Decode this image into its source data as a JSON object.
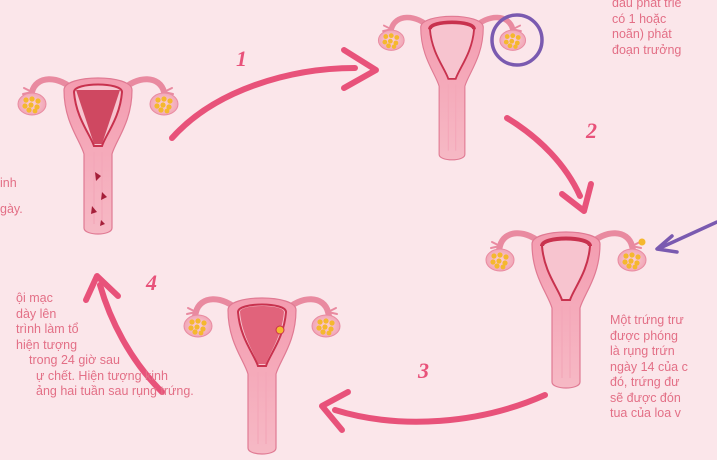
{
  "colors": {
    "background": "#fbe6ea",
    "text": "#e36f86",
    "arrow": "#e8527a",
    "highlight_circle": "#7a5ab0",
    "uterus": "#e8849a",
    "uterus_inner": "#c8324e",
    "ovary": "#f6b8c4",
    "egg": "#f5b82e"
  },
  "step_numbers": [
    "1",
    "2",
    "3",
    "4"
  ],
  "text_blocks": {
    "top_right": [
      "đầu phát triể",
      "có 1 hoặc",
      "noãn) phát",
      "đoạn trưởng"
    ],
    "left_top": [
      "inh",
      "",
      "gày."
    ],
    "left_bottom": [
      "ội mạc",
      " dày lên",
      "trình làm tổ",
      " hiện tượng",
      "trong 24 giờ sau",
      "ự chết. Hiện tượng kinh",
      "ảng hai tuần sau rụng trứng."
    ],
    "right_bottom": [
      "Một trứng trư",
      "được phóng",
      "là rụng trứn",
      "ngày 14 của c",
      "đó, trứng đư",
      "sẽ được đón",
      "tua của loa v"
    ]
  },
  "icons": [
    "uterus-menstruation-icon",
    "uterus-follicle-icon",
    "uterus-ovulation-icon",
    "uterus-implantation-icon",
    "magnifier-circle-icon",
    "pointer-arrow-icon"
  ]
}
